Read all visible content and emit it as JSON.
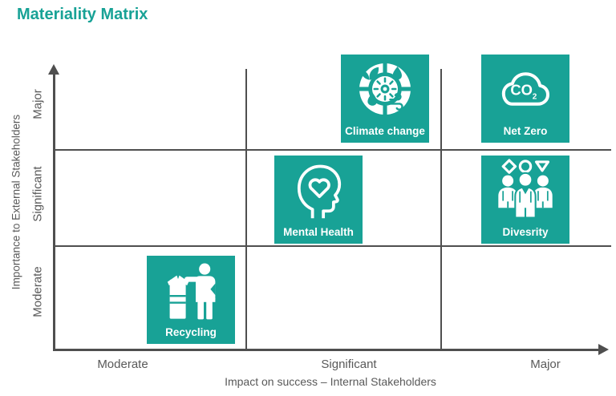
{
  "title": "Materiality Matrix",
  "colors": {
    "teal": "#18A296",
    "axis_gray": "#4F4F4F",
    "label_gray": "#595959",
    "background": "#FFFFFF",
    "tile_text": "#FFFFFF"
  },
  "chart_data": {
    "type": "scatter",
    "subtype": "materiality-matrix-3x3-grid",
    "title": "Materiality Matrix",
    "xlabel": "Impact on success – Internal Stakeholders",
    "ylabel": "Importance to External Stakeholders",
    "x_ticks": [
      "Moderate",
      "Significant",
      "Major"
    ],
    "y_ticks": [
      "Moderate",
      "Significant",
      "Major"
    ],
    "grid": true,
    "legend": false,
    "points": [
      {
        "label": "Climate change",
        "x": "Significant",
        "y": "Major",
        "icon": "climate-change-icon"
      },
      {
        "label": "Net Zero",
        "x": "Major",
        "y": "Major",
        "icon": "co2-cloud-icon",
        "icon_text": "CO",
        "icon_text_sub": "2"
      },
      {
        "label": "Mental Health",
        "x": "Significant",
        "y": "Significant",
        "icon": "head-heart-icon"
      },
      {
        "label": "Divesrity",
        "x": "Major",
        "y": "Significant",
        "icon": "diversity-people-icon"
      },
      {
        "label": "Recycling",
        "x": "Moderate",
        "y": "Moderate",
        "icon": "recycling-stack-icon"
      }
    ]
  }
}
